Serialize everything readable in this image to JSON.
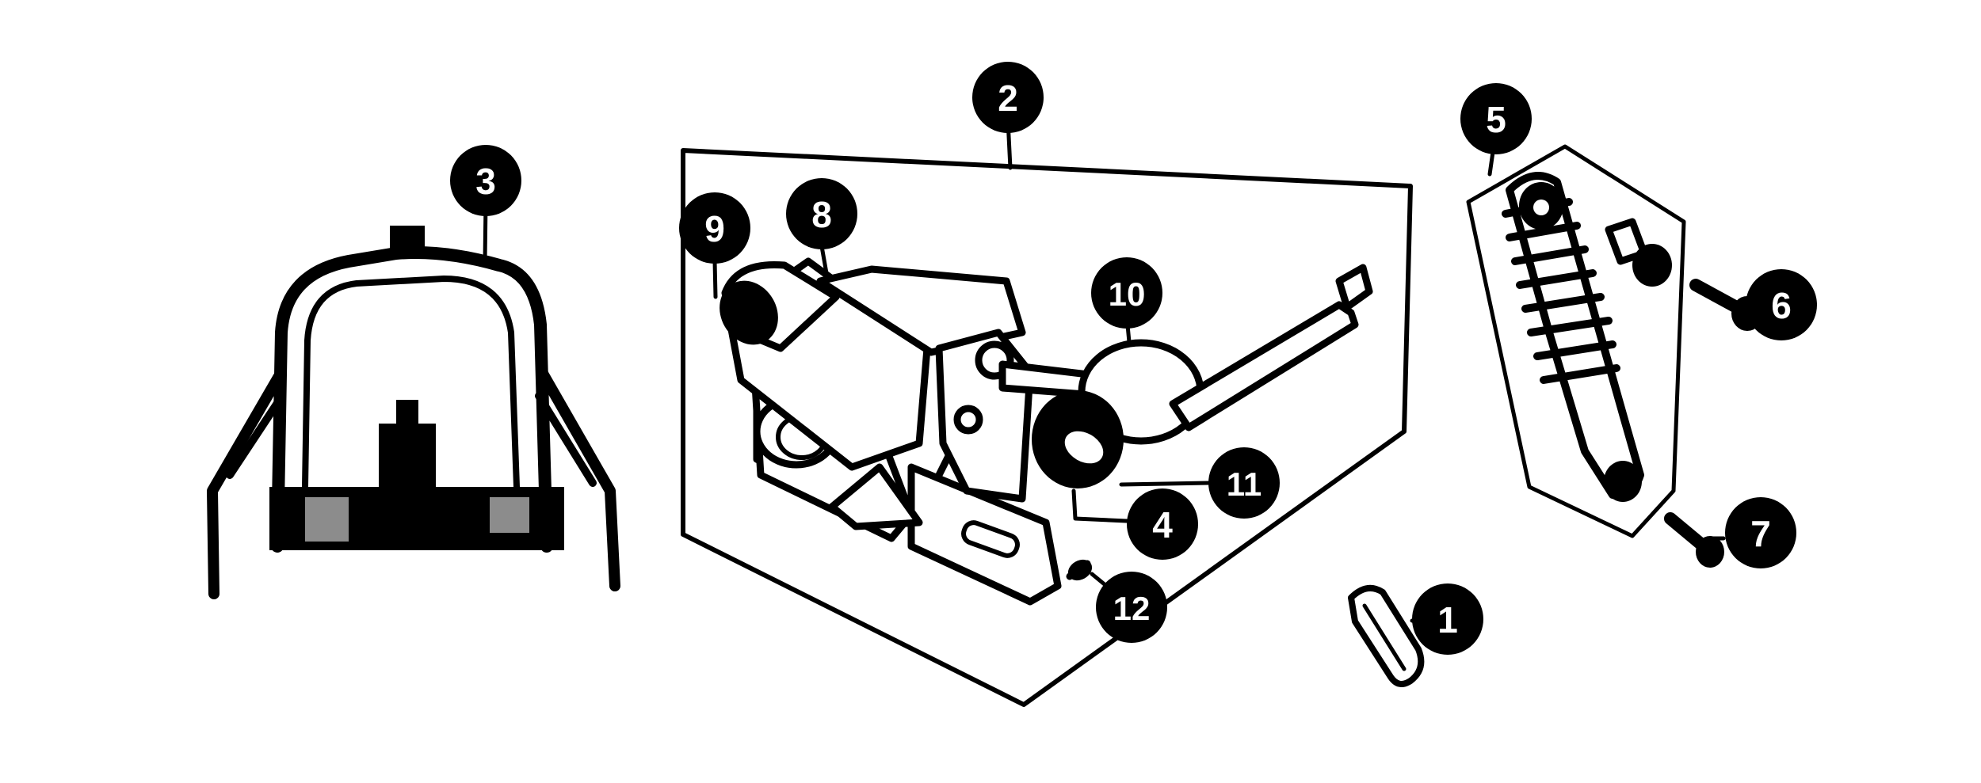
{
  "diagram": {
    "colors": {
      "ink": "#000000",
      "paper": "#ffffff"
    },
    "callouts": [
      {
        "id": "1",
        "label": "1"
      },
      {
        "id": "2",
        "label": "2"
      },
      {
        "id": "3",
        "label": "3"
      },
      {
        "id": "4",
        "label": "4"
      },
      {
        "id": "5",
        "label": "5"
      },
      {
        "id": "6",
        "label": "6"
      },
      {
        "id": "7",
        "label": "7"
      },
      {
        "id": "8",
        "label": "8"
      },
      {
        "id": "9",
        "label": "9"
      },
      {
        "id": "10",
        "label": "10"
      },
      {
        "id": "11",
        "label": "11"
      },
      {
        "id": "12",
        "label": "12"
      }
    ]
  }
}
